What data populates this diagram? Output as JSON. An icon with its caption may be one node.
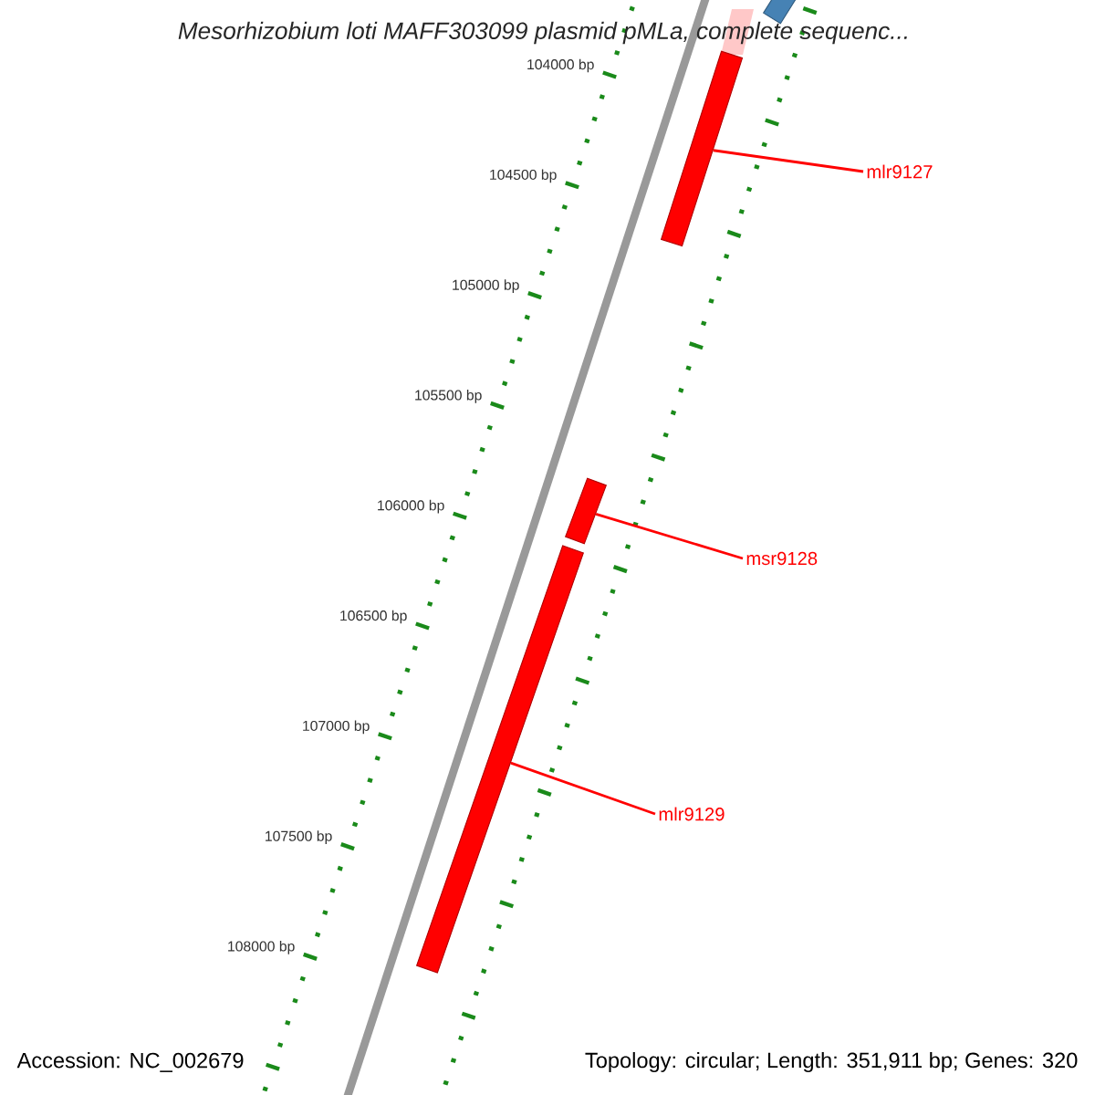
{
  "diagram": {
    "title": "Mesorhizobium loti MAFF303099 plasmid pMLa, complete sequenc...",
    "nodes": [
      {
        "text": [],
        "shape": "bar"
      },
      {
        "text": [
          "mlr9127"
        ]
      },
      {
        "text": [],
        "shape": "bar"
      },
      {
        "text": [
          "msr9128"
        ]
      },
      {
        "text": [],
        "shape": "bar"
      },
      {
        "text": [
          "mlr9129"
        ]
      },
      {
        "text": [],
        "shape": "bar"
      }
    ],
    "edges": [
      {
        "from": 1,
        "to": 2,
        "arrow": "none"
      },
      {
        "from": 3,
        "to": 4,
        "arrow": "none"
      },
      {
        "from": 5,
        "to": 6,
        "arrow": "none"
      }
    ],
    "labels": [
      "104000 bp",
      "104500 bp",
      "105000 bp",
      "105500 bp",
      "106000 bp",
      "106500 bp",
      "107000 bp",
      "107500 bp",
      "108000 bp",
      "Accession: NC_002679",
      "Topology: circular; Length: 351,911 bp; Genes: 320"
    ]
  }
}
